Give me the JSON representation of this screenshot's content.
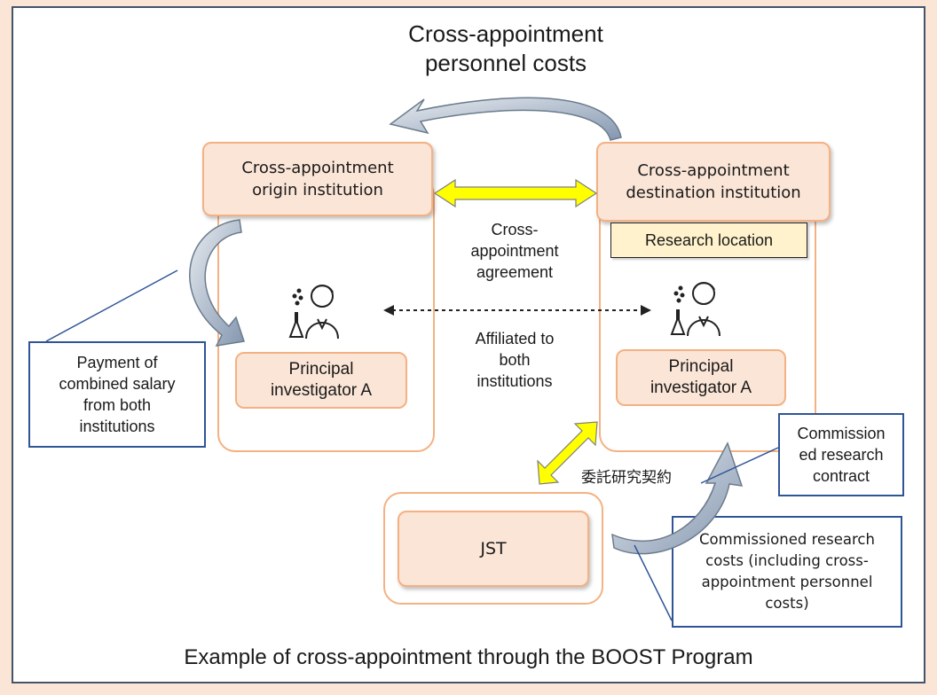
{
  "top_label": "Cross-appointment\npersonnel costs",
  "origin_institution": "Cross-appointment\norigin institution",
  "destination_institution": "Cross-appointment\ndestination institution",
  "research_location": "Research location",
  "agreement_label": "Cross-\nappointment\nagreement",
  "affiliated_label": "Affiliated to\nboth\ninstitutions",
  "pi_left": "Principal\ninvestigator A",
  "pi_right": "Principal\ninvestigator A",
  "payment_note": "Payment of\ncombined salary\nfrom both\ninstitutions",
  "commissioned_contract_note": "Commission\ned research\ncontract",
  "commissioned_costs_note": "Commissioned research\ncosts (including cross-\nappointment personnel\ncosts)",
  "contract_jp_label": "委託研究契約",
  "jst_label": "JST",
  "caption": "Example of cross-appointment through the BOOST Program",
  "colors": {
    "background": "#fbe5d6",
    "box_fill": "#fbe5d6",
    "box_border": "#f4b183",
    "note_border": "#2f5597",
    "yellow_arrow": "#ffff00",
    "research_location_fill": "#fff2cc"
  }
}
